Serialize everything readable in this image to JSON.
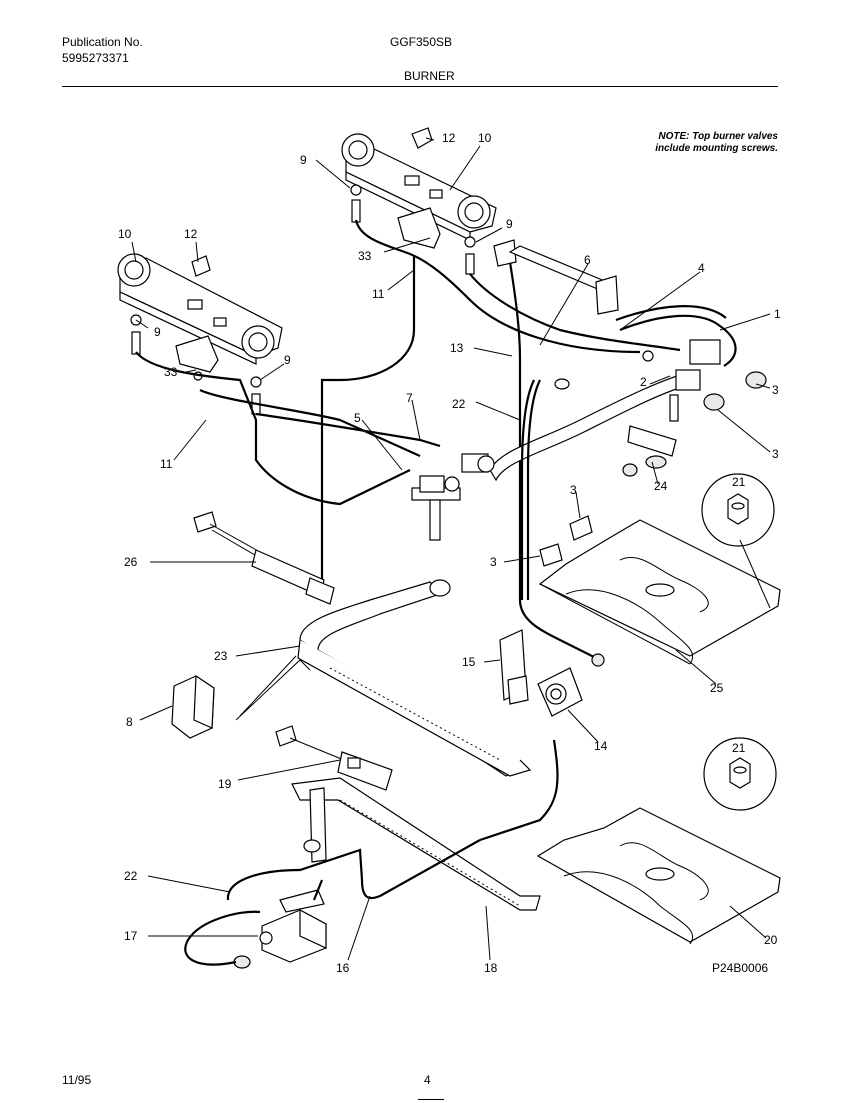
{
  "header": {
    "publication_label": "Publication No.",
    "publication_number": "5995273371",
    "model": "GGF350SB",
    "section": "BURNER"
  },
  "note": {
    "line1": "NOTE: Top burner valves",
    "line2": "include mounting screws."
  },
  "diagram_code": "P24B0006",
  "footer": {
    "date": "11/95",
    "page": "4"
  },
  "callouts": {
    "c12a": "12",
    "c10a": "10",
    "c9a": "9",
    "c9b": "9",
    "c33a": "33",
    "c10b": "10",
    "c12b": "12",
    "c11a": "11",
    "c9c": "9",
    "c9d": "9",
    "c6": "6",
    "c4": "4",
    "c1": "1",
    "c13": "13",
    "c33b": "33",
    "c2": "2",
    "c3a": "3",
    "c3b": "3",
    "c22a": "22",
    "c7": "7",
    "c5": "5",
    "c11b": "11",
    "c21a": "21",
    "c24": "24",
    "c3c": "3",
    "c3d": "3",
    "c26": "26",
    "c23": "23",
    "c15": "15",
    "c25": "25",
    "c8": "8",
    "c14": "14",
    "c19": "19",
    "c21b": "21",
    "c22b": "22",
    "c17": "17",
    "c16": "16",
    "c18": "18",
    "c20": "20"
  }
}
